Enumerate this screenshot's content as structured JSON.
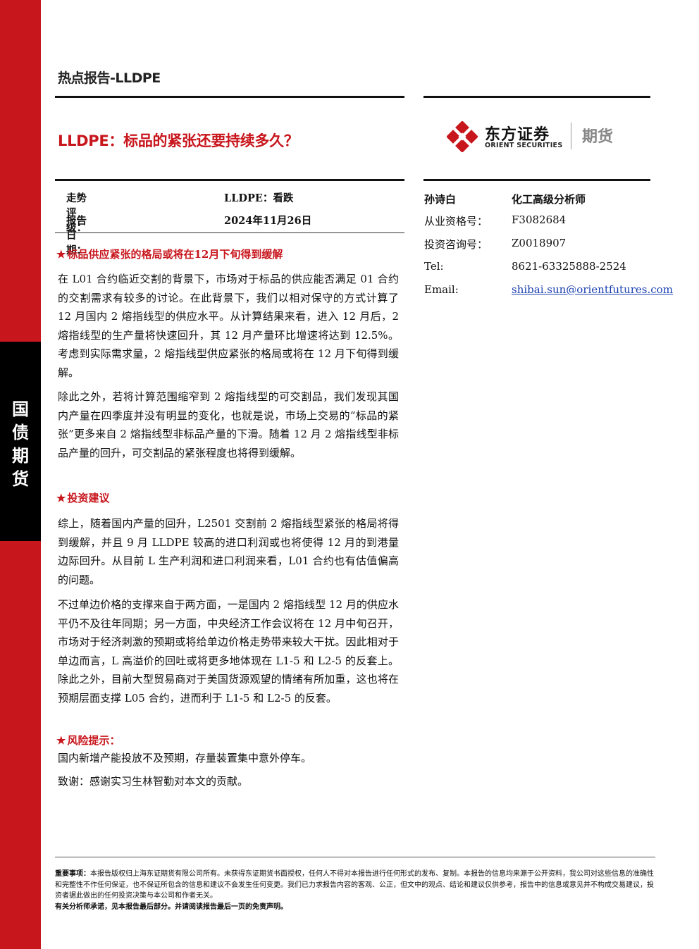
{
  "header": {
    "label": "热点报告-LLDPE"
  },
  "title": "LLDPE：标品的紧张还要持续多久？",
  "logo": {
    "name_cn": "东方证券",
    "name_en": "ORIENT SECURITIES",
    "division": "期货",
    "colors": {
      "mark": "#c8161d"
    }
  },
  "sidebar": {
    "chars": [
      "国",
      "债",
      "期",
      "货"
    ]
  },
  "meta": {
    "rating_label": "走势评级：",
    "rating_value": "LLDPE：看跌",
    "date_label": "报告日期：",
    "date_value": "2024年11月26日"
  },
  "analyst": {
    "name": "孙诗白",
    "title": "化工高级分析师",
    "qualification_label": "从业资格号：",
    "qualification_value": "F3082684",
    "consult_label": "投资咨询号：",
    "consult_value": "Z0018907",
    "tel_label": "Tel:",
    "tel_value": "8621-63325888-2524",
    "email_label": "Email:",
    "email_value": "shibai.sun@orientfutures.com"
  },
  "sections": {
    "s1_head": "标品供应紧张的格局或将在12月下旬得到缓解",
    "s1_p1": "在 L01 合约临近交割的背景下，市场对于标品的供应能否满足 01 合约的交割需求有较多的讨论。在此背景下，我们以相对保守的方式计算了 12 月国内 2 熔指线型的供应水平。从计算结果来看，进入 12 月后，2 熔指线型的生产量将快速回升，其 12 月产量环比增速将达到 12.5%。考虑到实际需求量，2 熔指线型供应紧张的格局或将在 12 月下旬得到缓解。",
    "s1_p2": "除此之外，若将计算范围缩窄到 2 熔指线型的可交割品，我们发现其国内产量在四季度并没有明显的变化，也就是说，市场上交易的“标品的紧张”更多来自 2 熔指线型非标品产量的下滑。随着 12 月 2 熔指线型非标品产量的回升，可交割品的紧张程度也将得到缓解。",
    "s2_head": "投资建议",
    "s2_p1": "综上，随着国内产量的回升，L2501 交割前 2 熔指线型紧张的格局将得到缓解，并且 9 月 LLDPE 较高的进口利润或也将使得 12 月的到港量边际回升。从目前 L 生产利润和进口利润来看，L01 合约也有估值偏高的问题。",
    "s2_p2": "不过单边价格的支撑来自于两方面，一是国内 2 熔指线型 12 月的供应水平仍不及往年同期；另一方面，中央经济工作会议将在 12 月中旬召开，市场对于经济刺激的预期或将给单边价格走势带来较大干扰。因此相对于单边而言，L 高溢价的回吐或将更多地体现在 L1-5 和 L2-5 的反套上。除此之外，目前大型贸易商对于美国货源观望的情绪有所加重，这也将在预期层面支撑 L05 合约，进而利于 L1-5 和 L2-5 的反套。",
    "s3_head": "风险提示：",
    "s3_p1": "国内新增产能投放不及预期，存量装置集中意外停车。",
    "ack": "致谢：感谢实习生林智勤对本文的贡献。"
  },
  "footer": {
    "important_label": "重要事项：",
    "important_text": "本报告版权归上海东证期货有限公司所有。未获得东证期货书面授权，任何人不得对本报告进行任何形式的发布、复制。本报告的信息均来源于公开资料，我公司对这些信息的准确性和完整性不作任何保证，也不保证所包含的信息和建议不会发生任何变更。我们已力求报告内容的客观、公正，但文中的观点、结论和建议仅供参考，报告中的信息或意见并不构成交易建议，投资者据此做出的任何投资决策与本公司和作者无关。",
    "analyst_note": "有关分析师承诺，见本报告最后部分。并请阅读报告最后一页的免责声明。"
  }
}
